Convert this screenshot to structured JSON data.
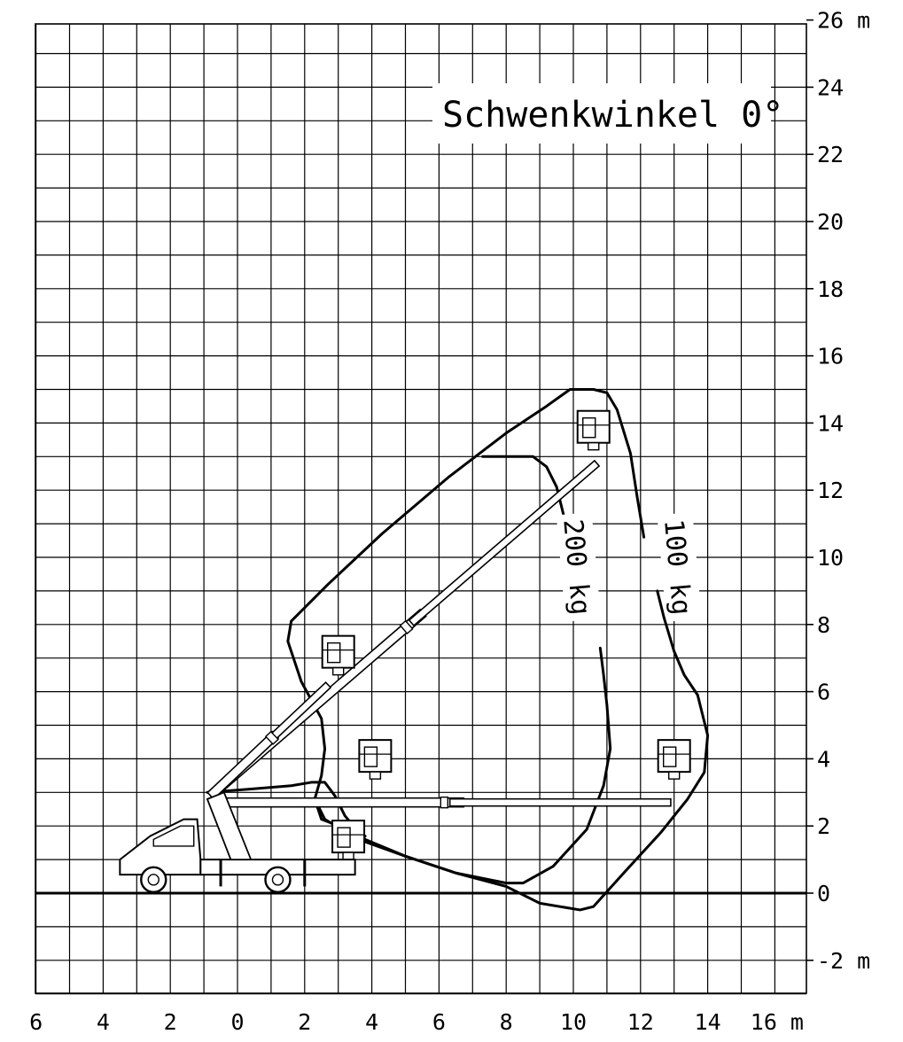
{
  "diagram": {
    "title": "Schwenkwinkel 0°",
    "x_axis": {
      "ticks": [
        {
          "value": -6,
          "label": "6"
        },
        {
          "value": -4,
          "label": "4"
        },
        {
          "value": -2,
          "label": "2"
        },
        {
          "value": 0,
          "label": "0"
        },
        {
          "value": 2,
          "label": "2"
        },
        {
          "value": 4,
          "label": "4"
        },
        {
          "value": 6,
          "label": "6"
        },
        {
          "value": 8,
          "label": "8"
        },
        {
          "value": 10,
          "label": "10"
        },
        {
          "value": 12,
          "label": "12"
        },
        {
          "value": 14,
          "label": "14"
        },
        {
          "value": 16,
          "label": "16"
        }
      ],
      "unit": "m",
      "range": [
        -6,
        17
      ]
    },
    "y_axis": {
      "ticks": [
        {
          "value": -2,
          "label": "-2"
        },
        {
          "value": 0,
          "label": "0"
        },
        {
          "value": 2,
          "label": "2"
        },
        {
          "value": 4,
          "label": "4"
        },
        {
          "value": 6,
          "label": "6"
        },
        {
          "value": 8,
          "label": "8"
        },
        {
          "value": 10,
          "label": "10"
        },
        {
          "value": 12,
          "label": "12"
        },
        {
          "value": 14,
          "label": "14"
        },
        {
          "value": 16,
          "label": "16"
        },
        {
          "value": 18,
          "label": "18"
        },
        {
          "value": 20,
          "label": "20"
        },
        {
          "value": 22,
          "label": "22"
        },
        {
          "value": 24,
          "label": "24"
        },
        {
          "value": 26,
          "label": "26"
        }
      ],
      "unit": "m",
      "range": [
        -3,
        26
      ]
    },
    "grid_step_m": 1,
    "ground_level_m": 0,
    "envelopes": [
      {
        "label": "100 kg",
        "points": [
          [
            -0.9,
            3.0
          ],
          [
            0.4,
            3.1
          ],
          [
            1.6,
            3.2
          ],
          [
            2.2,
            3.3
          ],
          [
            2.6,
            3.3
          ],
          [
            2.9,
            2.9
          ],
          [
            3.2,
            2.3
          ],
          [
            3.8,
            1.6
          ],
          [
            5.0,
            1.1
          ],
          [
            6.5,
            0.6
          ],
          [
            8.0,
            0.2
          ],
          [
            9.0,
            -0.3
          ],
          [
            10.2,
            -0.5
          ],
          [
            10.6,
            -0.4
          ],
          [
            11.5,
            0.6
          ],
          [
            12.6,
            1.8
          ],
          [
            13.4,
            2.8
          ],
          [
            13.9,
            3.6
          ],
          [
            14.0,
            4.7
          ],
          [
            13.7,
            5.9
          ],
          [
            13.3,
            6.5
          ],
          [
            13.0,
            7.2
          ],
          [
            12.7,
            8.2
          ],
          [
            12.5,
            9.0
          ]
        ]
      },
      {
        "label": "100 kg",
        "points": [
          [
            12.1,
            10.6
          ],
          [
            11.9,
            11.8
          ],
          [
            11.7,
            13.1
          ],
          [
            11.3,
            14.4
          ],
          [
            11.0,
            14.9
          ],
          [
            10.6,
            15.0
          ],
          [
            9.9,
            15.0
          ],
          [
            9.2,
            14.5
          ],
          [
            8.0,
            13.7
          ],
          [
            6.3,
            12.4
          ],
          [
            4.3,
            10.7
          ],
          [
            2.7,
            9.2
          ],
          [
            1.6,
            8.1
          ],
          [
            1.5,
            7.5
          ],
          [
            1.9,
            6.3
          ],
          [
            2.5,
            5.2
          ],
          [
            2.6,
            4.3
          ],
          [
            2.5,
            3.5
          ],
          [
            2.3,
            2.8
          ],
          [
            2.5,
            2.2
          ],
          [
            3.8,
            1.7
          ]
        ]
      },
      {
        "label": "200 kg",
        "points": [
          [
            2.4,
            2.6
          ],
          [
            2.6,
            2.2
          ],
          [
            3.6,
            1.6
          ],
          [
            5.0,
            1.1
          ],
          [
            6.5,
            0.6
          ],
          [
            8.0,
            0.3
          ],
          [
            8.5,
            0.3
          ],
          [
            9.4,
            0.8
          ],
          [
            10.4,
            1.9
          ],
          [
            10.9,
            3.2
          ],
          [
            11.1,
            4.3
          ],
          [
            11.0,
            5.6
          ],
          [
            10.9,
            6.5
          ],
          [
            10.8,
            7.3
          ]
        ]
      },
      {
        "label": "200 kg",
        "points": [
          [
            9.8,
            10.8
          ],
          [
            9.7,
            11.3
          ],
          [
            9.5,
            12.1
          ],
          [
            9.2,
            12.7
          ],
          [
            8.8,
            13.0
          ],
          [
            8.4,
            13.0
          ],
          [
            7.3,
            13.0
          ]
        ]
      }
    ],
    "load_labels": [
      {
        "text": "200 kg",
        "x": 10.0,
        "y": 9.7
      },
      {
        "text": "100 kg",
        "x": 13.0,
        "y": 9.7
      }
    ],
    "boom_positions": [
      {
        "name": "max height",
        "pivot": [
          -0.8,
          2.9
        ],
        "tip": [
          10.7,
          12.8
        ]
      },
      {
        "name": "mid height",
        "pivot": [
          -0.8,
          2.9
        ],
        "tip": [
          2.7,
          6.2
        ]
      },
      {
        "name": "max reach",
        "pivot": [
          -0.8,
          2.7
        ],
        "tip": [
          12.9,
          2.7
        ]
      }
    ],
    "baskets": [
      {
        "x": 10.6,
        "y": 13.2
      },
      {
        "x": 3.0,
        "y": 6.5
      },
      {
        "x": 4.1,
        "y": 3.4
      },
      {
        "x": 13.0,
        "y": 3.4
      },
      {
        "x": 3.3,
        "y": 1.0
      }
    ]
  }
}
